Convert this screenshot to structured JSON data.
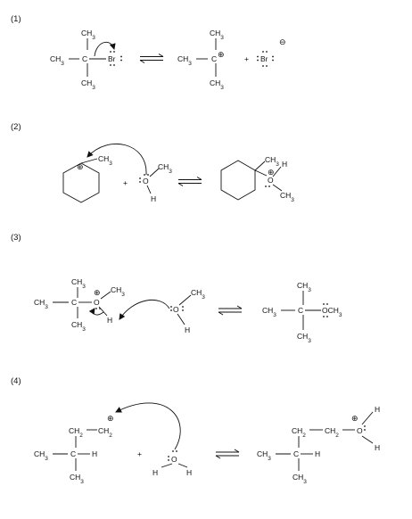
{
  "steps": [
    {
      "number": "(1)",
      "reactant": {
        "top": "CH3",
        "left": "CH3",
        "center": "C",
        "right": "Br",
        "bottom": "CH3"
      },
      "product_cation": {
        "top": "CH3",
        "left": "CH3",
        "center": "C",
        "charge": "⊕",
        "bottom": "CH3"
      },
      "plus": "+",
      "product_anion": {
        "atom": "Br",
        "charge": "⊖"
      }
    },
    {
      "number": "(2)",
      "reactant_cation": {
        "charge": "⊕",
        "substituent": "CH3"
      },
      "plus": "+",
      "nucleophile": {
        "atom": "O",
        "top": "CH3",
        "bottom": "H"
      },
      "product": {
        "methyl": "CH3",
        "hydrogen": "H",
        "charge": "⊕",
        "atom": "O",
        "bottom": "CH3"
      }
    },
    {
      "number": "(3)",
      "reactant": {
        "top": "CH3",
        "left": "CH3",
        "center": "C",
        "bottom": "CH3",
        "oxygen": "O",
        "charge": "⊕",
        "o_methyl": "CH3",
        "hydrogen": "H"
      },
      "base": {
        "atom": "O",
        "top": "CH3",
        "bottom": "H"
      },
      "product": {
        "top": "CH3",
        "left": "CH3",
        "center": "C",
        "group": "OCH3",
        "bottom": "CH3"
      }
    },
    {
      "number": "(4)",
      "reactant": {
        "ch2_left": "CH2",
        "ch2_right": "CH2",
        "charge": "⊕",
        "left": "CH3",
        "center": "C",
        "right": "H",
        "bottom": "CH3"
      },
      "plus": "+",
      "water": {
        "atom": "O",
        "h_left": "H",
        "h_right": "H"
      },
      "product": {
        "ch2_left": "CH2",
        "ch2_right": "CH2",
        "oxygen": "O",
        "charge": "⊕",
        "h_top": "H",
        "h_bottom": "H",
        "left": "CH3",
        "center": "C",
        "right": "H",
        "bottom": "CH3"
      }
    }
  ]
}
